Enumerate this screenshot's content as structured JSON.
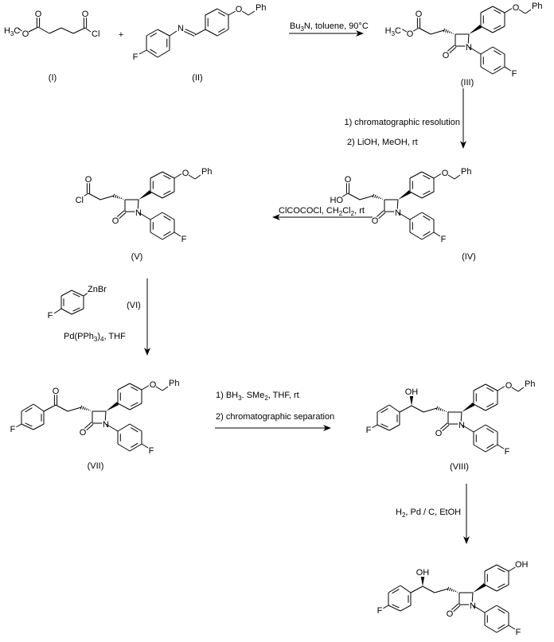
{
  "compound_labels": {
    "I": "(I)",
    "II": "(II)",
    "III": "(III)",
    "IV": "(IV)",
    "V": "(V)",
    "VI": "(VI)",
    "VII": "(VII)",
    "VIII": "(VIII)"
  },
  "atoms": {
    "O": "O",
    "N": "N",
    "F": "F",
    "Ph": "Ph",
    "Cl": "Cl",
    "OH": "OH",
    "HO": "HO",
    "ZnBr": "ZnBr",
    "H3C": [
      "H",
      "3",
      "C"
    ]
  },
  "plus": "+",
  "conditions": {
    "step1": [
      "Bu",
      "3",
      "N, toluene, 90°C"
    ],
    "step2": {
      "line1": [
        "1) chromatographic resolution"
      ],
      "line2": [
        "2) LiOH, MeOH, rt"
      ]
    },
    "step3": [
      "ClCOCOCl, CH",
      "2",
      "Cl",
      "2",
      ", rt"
    ],
    "step4": {
      "catalyst": [
        "Pd(PPh",
        "3",
        ")",
        "4",
        ", THF"
      ]
    },
    "step5": {
      "line1": [
        "1) BH",
        "3",
        ". SMe",
        "2",
        ", THF, rt"
      ],
      "line2": [
        "2) chromatographic separation"
      ]
    },
    "step6": [
      "H",
      "2",
      ", Pd / C, EtOH"
    ]
  }
}
